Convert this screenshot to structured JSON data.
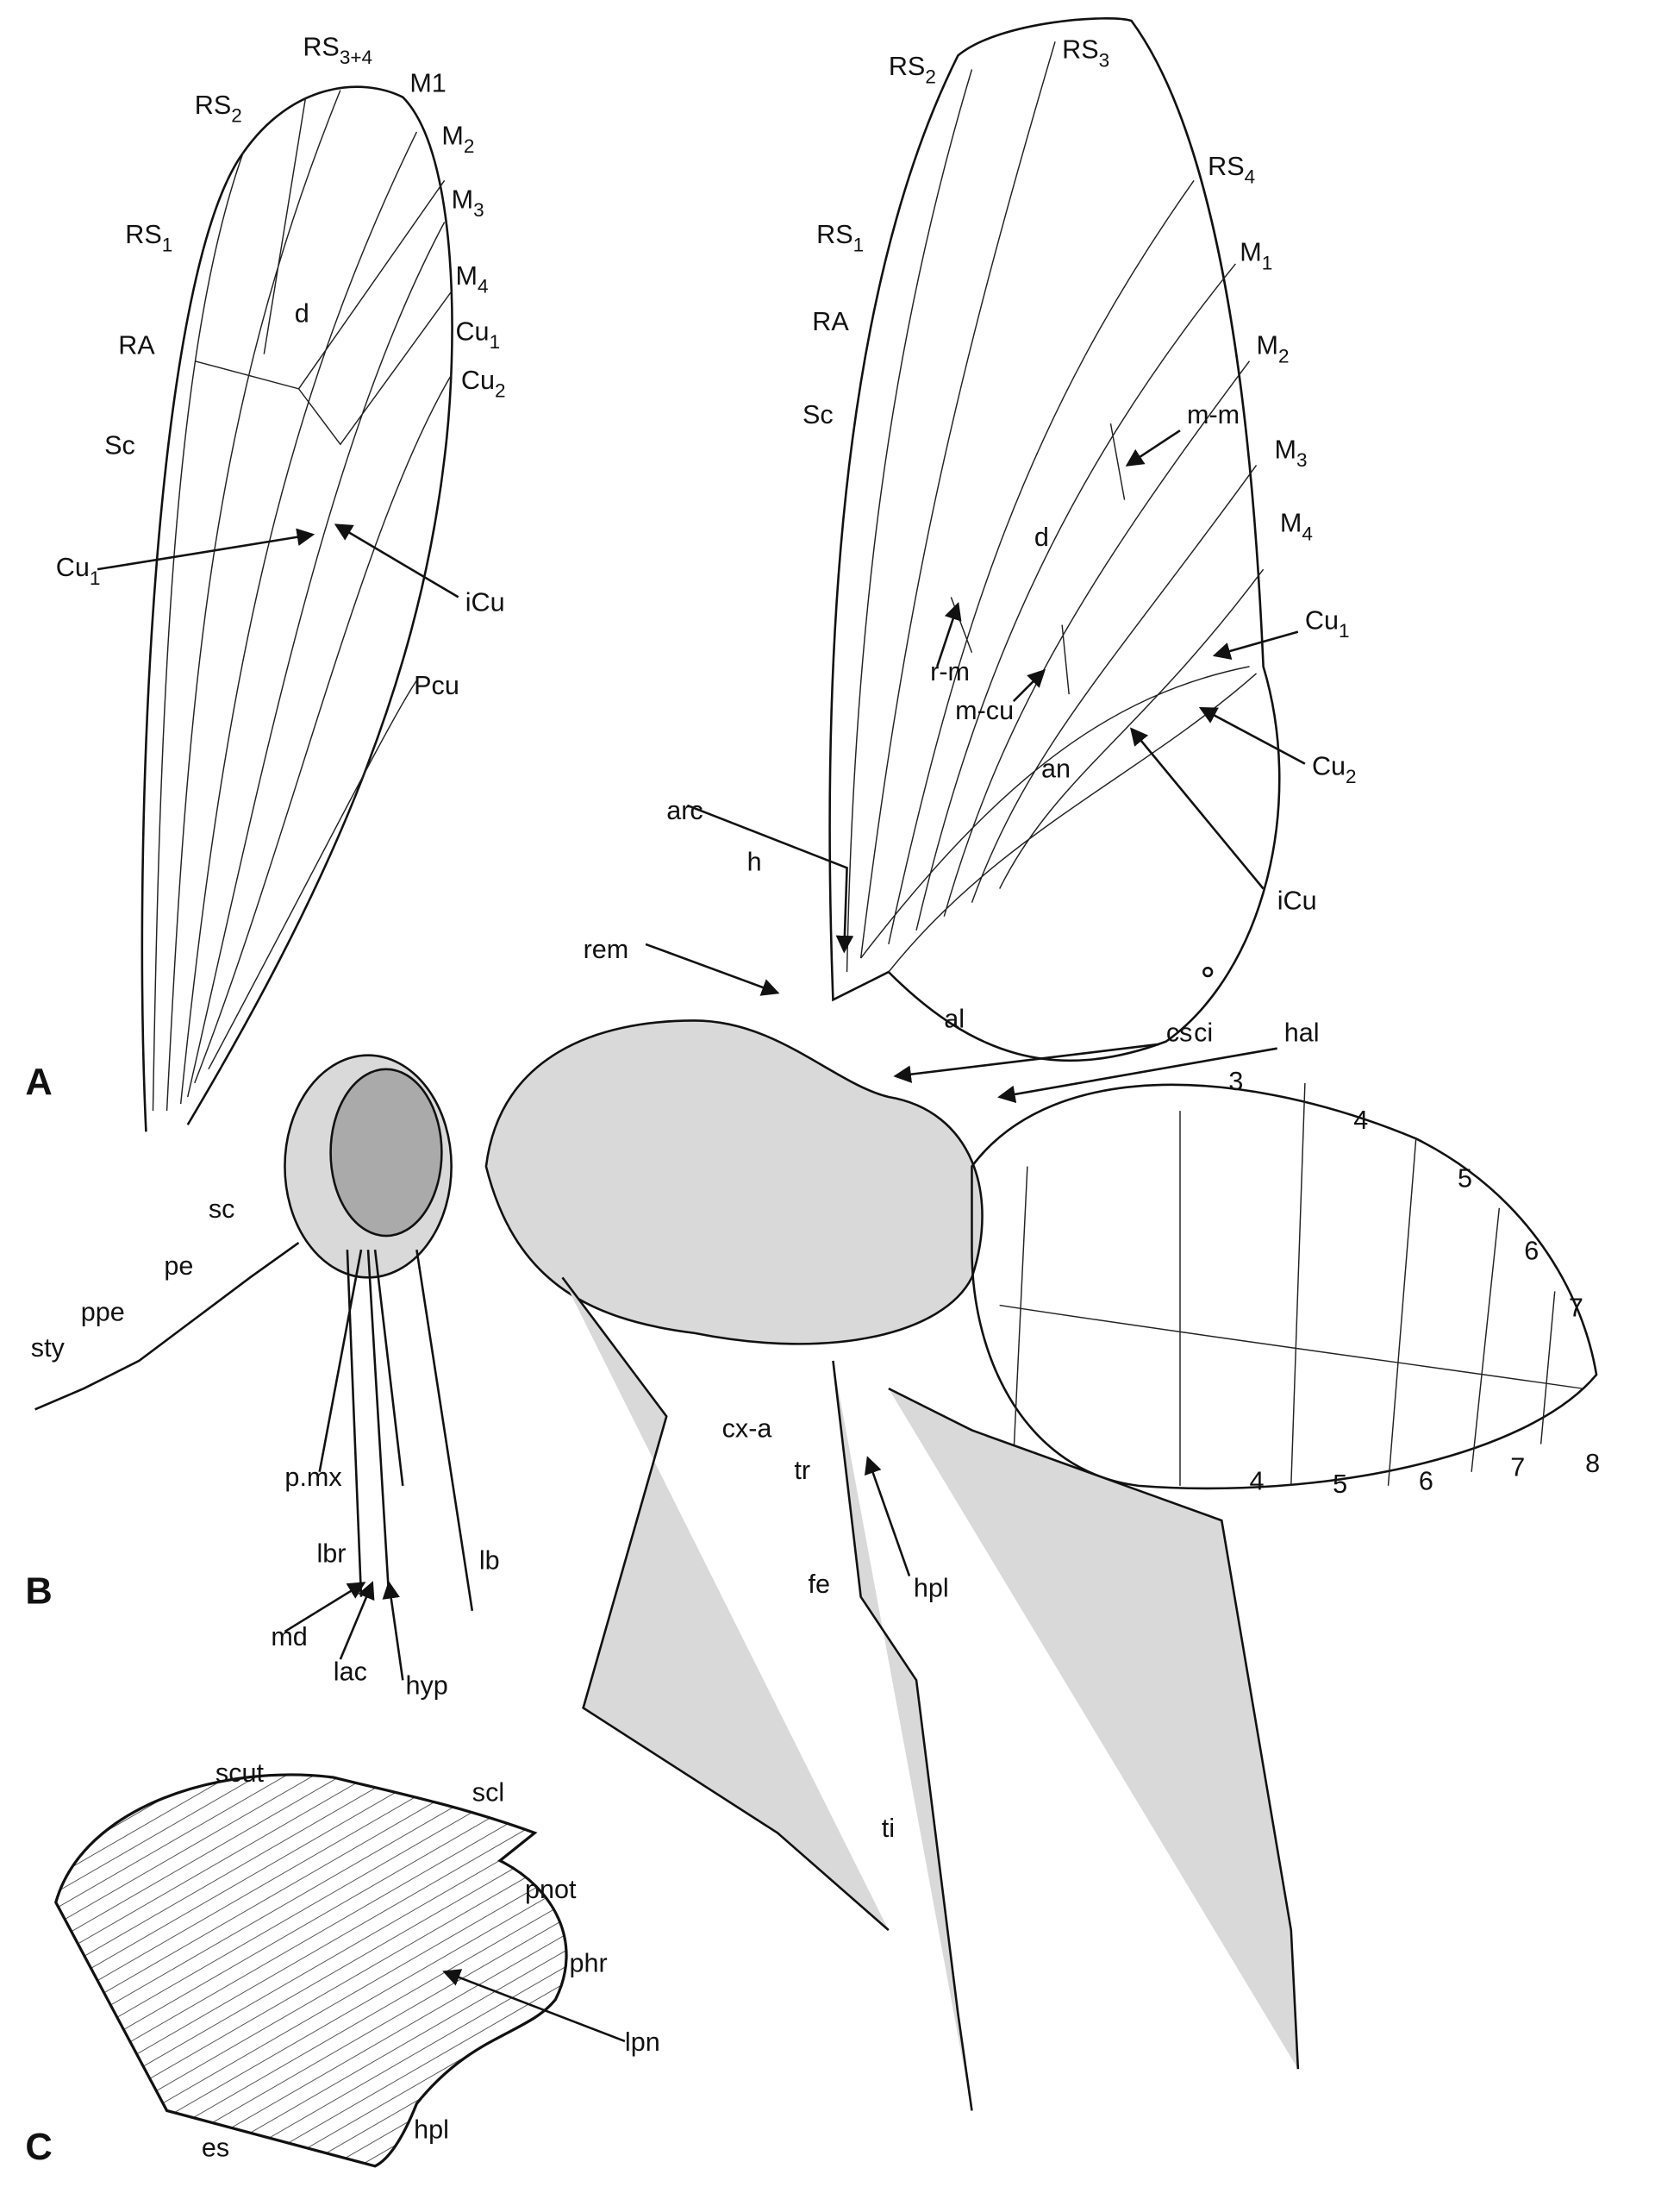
{
  "panels": [
    "A",
    "B",
    "C"
  ],
  "labels_a": [
    {
      "t": "RS",
      "s": "3+4"
    },
    {
      "t": "RS",
      "s": "2"
    },
    {
      "t": "M1",
      "s": ""
    },
    {
      "t": "M",
      "s": "2"
    },
    {
      "t": "M",
      "s": "3"
    },
    {
      "t": "RS",
      "s": "1"
    },
    {
      "t": "M",
      "s": "4"
    },
    {
      "t": "d",
      "s": ""
    },
    {
      "t": "Cu",
      "s": "1"
    },
    {
      "t": "Cu",
      "s": "2"
    },
    {
      "t": "RA",
      "s": ""
    },
    {
      "t": "Sc",
      "s": ""
    },
    {
      "t": "Cu",
      "s": "1"
    },
    {
      "t": "iCu",
      "s": ""
    },
    {
      "t": "Pcu",
      "s": ""
    }
  ],
  "labels_b": [
    {
      "t": "RS",
      "s": "2"
    },
    {
      "t": "RS",
      "s": "3"
    },
    {
      "t": "RS",
      "s": "4"
    },
    {
      "t": "RS",
      "s": "1"
    },
    {
      "t": "M",
      "s": "1"
    },
    {
      "t": "RA",
      "s": ""
    },
    {
      "t": "M",
      "s": "2"
    },
    {
      "t": "Sc",
      "s": ""
    },
    {
      "t": "m-m",
      "s": ""
    },
    {
      "t": "M",
      "s": "3"
    },
    {
      "t": "d",
      "s": ""
    },
    {
      "t": "M",
      "s": "4"
    },
    {
      "t": "Cu",
      "s": "1"
    },
    {
      "t": "r-m",
      "s": ""
    },
    {
      "t": "m-cu",
      "s": ""
    },
    {
      "t": "Cu",
      "s": "2"
    },
    {
      "t": "an",
      "s": ""
    },
    {
      "t": "iCu",
      "s": ""
    },
    {
      "t": "arc",
      "s": ""
    },
    {
      "t": "h",
      "s": ""
    },
    {
      "t": "rem",
      "s": ""
    },
    {
      "t": "al",
      "s": ""
    },
    {
      "t": "cs",
      "s": ""
    },
    {
      "t": "ci",
      "s": ""
    },
    {
      "t": "hal",
      "s": ""
    },
    {
      "t": "3",
      "s": ""
    },
    {
      "t": "4",
      "s": ""
    },
    {
      "t": "5",
      "s": ""
    },
    {
      "t": "6",
      "s": ""
    },
    {
      "t": "7",
      "s": ""
    },
    {
      "t": "8",
      "s": ""
    },
    {
      "t": "4",
      "s": ""
    },
    {
      "t": "5",
      "s": ""
    },
    {
      "t": "6",
      "s": ""
    },
    {
      "t": "7",
      "s": ""
    },
    {
      "t": "sc",
      "s": ""
    },
    {
      "t": "pe",
      "s": ""
    },
    {
      "t": "ppe",
      "s": ""
    },
    {
      "t": "sty",
      "s": ""
    },
    {
      "t": "p.mx",
      "s": ""
    },
    {
      "t": "lbr",
      "s": ""
    },
    {
      "t": "lb",
      "s": ""
    },
    {
      "t": "md",
      "s": ""
    },
    {
      "t": "lac",
      "s": ""
    },
    {
      "t": "hyp",
      "s": ""
    },
    {
      "t": "cx-a",
      "s": ""
    },
    {
      "t": "tr",
      "s": ""
    },
    {
      "t": "fe",
      "s": ""
    },
    {
      "t": "hpl",
      "s": ""
    },
    {
      "t": "ti",
      "s": ""
    }
  ],
  "labels_c": [
    {
      "t": "scut",
      "s": ""
    },
    {
      "t": "scl",
      "s": ""
    },
    {
      "t": "pnot",
      "s": ""
    },
    {
      "t": "phr",
      "s": ""
    },
    {
      "t": "lpn",
      "s": ""
    },
    {
      "t": "es",
      "s": ""
    },
    {
      "t": "hpl",
      "s": ""
    }
  ]
}
